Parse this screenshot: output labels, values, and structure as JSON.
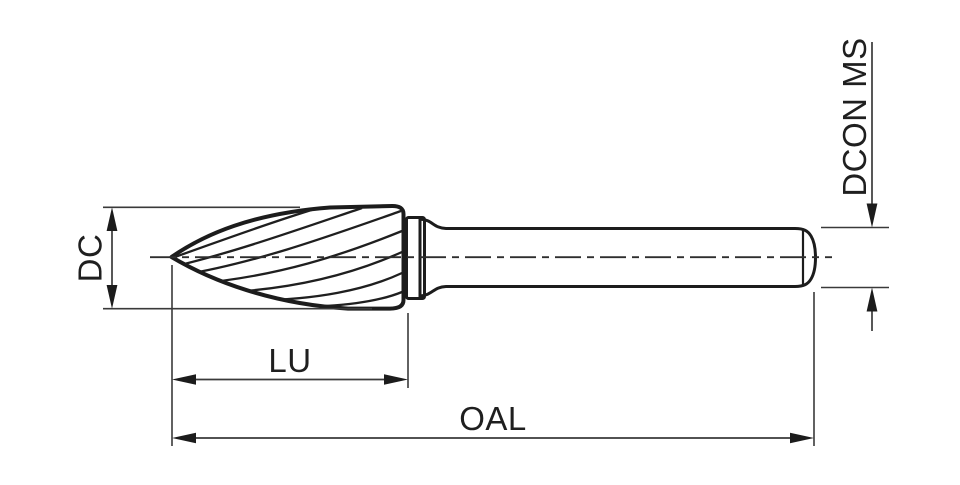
{
  "diagram": {
    "kind": "technical-drawing",
    "subject": "pointed-tree / flame shaped rotary burr, side view with dimension annotations",
    "labels": {
      "dc": "DC",
      "lu": "LU",
      "oal": "OAL",
      "dcon_ms": "DCON MS"
    },
    "colors": {
      "background": "#ffffff",
      "outline": "#1c1c1c",
      "dimension_lines": "#3a3a3a",
      "label_text": "#1f1f1f",
      "metal_highlight": "#f7f7f7",
      "metal_shadow": "#5a5a5a"
    }
  }
}
